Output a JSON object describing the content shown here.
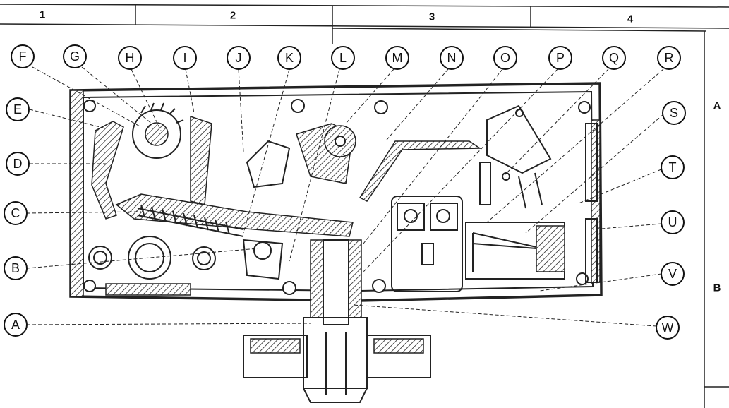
{
  "zones_top": [
    "1",
    "2",
    "3",
    "4"
  ],
  "zones_side": [
    "A",
    "B"
  ],
  "callouts": [
    "A",
    "B",
    "C",
    "D",
    "E",
    "F",
    "G",
    "H",
    "I",
    "J",
    "K",
    "L",
    "M",
    "N",
    "O",
    "P",
    "Q",
    "R",
    "S",
    "T",
    "U",
    "V",
    "W"
  ]
}
